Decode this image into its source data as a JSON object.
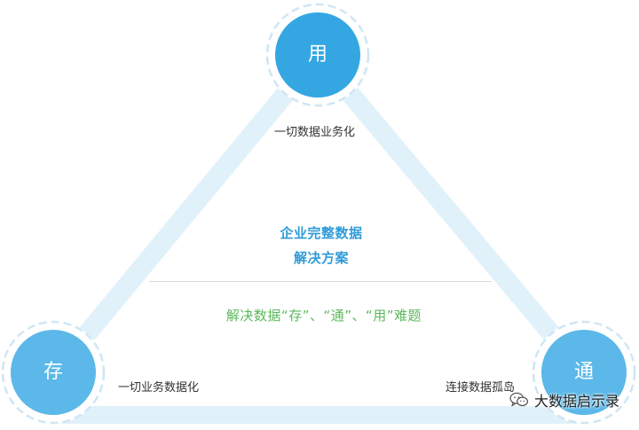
{
  "nodes": {
    "top": {
      "label": "用",
      "caption": "一切数据业务化"
    },
    "left": {
      "label": "存",
      "caption": "一切业务数据化"
    },
    "right": {
      "label": "通",
      "caption": "连接数据孤岛"
    }
  },
  "center": {
    "title_line1": "企业完整数据",
    "title_line2": "解决方案",
    "subtitle": "解决数据“存”、“通”、“用”难题"
  },
  "watermark": {
    "text": "大数据启示录",
    "icon": "wechat-icon"
  },
  "colors": {
    "top_node": "#34a7e3",
    "side_nodes": "#5bb8e8",
    "edge": "#e1f1fa",
    "ring": "#cfe6f4",
    "title": "#2f9bd7",
    "subtitle": "#5cb85c"
  }
}
